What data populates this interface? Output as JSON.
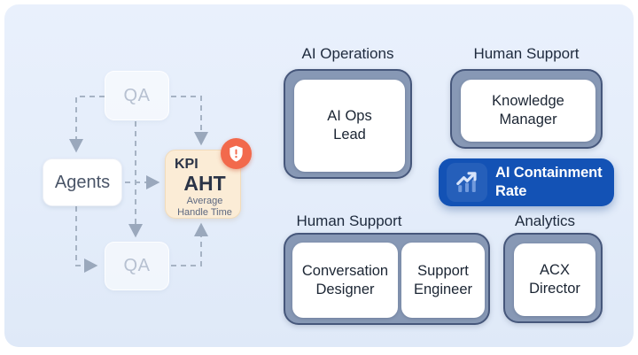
{
  "flow_diagram": {
    "qa_top_label": "QA",
    "qa_bottom_label": "QA",
    "agents_label": "Agents",
    "kpi_card": {
      "tag": "KPI",
      "metric": "AHT",
      "metric_description": "Average Handle Time",
      "alert_icon": "shield-exclamation-icon",
      "alert_color": "#f2694c"
    }
  },
  "org_groups": {
    "ai_operations": {
      "label": "AI Operations",
      "role": "AI Ops Lead"
    },
    "human_support_top": {
      "label": "Human Support",
      "role": "Knowledge Manager"
    },
    "human_support_bottom": {
      "label": "Human Support",
      "roles": [
        "Conversation Designer",
        "Support Engineer"
      ]
    },
    "analytics": {
      "label": "Analytics",
      "role": "ACX Director"
    }
  },
  "metric_badge": {
    "label": "AI Containment Rate",
    "label_lines": [
      "AI Containment",
      "Rate"
    ],
    "icon": "trending-up-chart-icon",
    "background": "#1352b5"
  },
  "colors": {
    "panel_background": "#e4edfa",
    "group_fill": "#8798b5",
    "group_border": "#46577b",
    "kpi_fill": "#fbecd6",
    "alert_orange": "#f2694c",
    "badge_blue": "#1352b5",
    "connector_gray": "#a6b3c4"
  }
}
